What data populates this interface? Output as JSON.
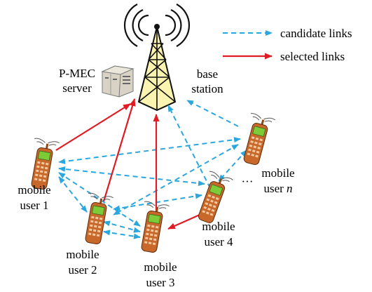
{
  "legend": {
    "candidate_label": "candidate links",
    "selected_label": "selected links"
  },
  "labels": {
    "server_line1": "P-MEC",
    "server_line2": "server",
    "bs_line1": "base",
    "bs_line2": "station",
    "user_word": "mobile",
    "user1": "user 1",
    "user2": "user 2",
    "user3": "user 3",
    "user4": "user 4",
    "usern_prefix": "user ",
    "usern_var": "n",
    "ellipsis": "···"
  },
  "colors": {
    "candidate": "#2aa7de",
    "selected": "#e01b24",
    "phone_body": "#c8682a",
    "phone_screen": "#7ecb3a",
    "tower_fill": "#fbf3b0",
    "tower_stroke": "#111111"
  }
}
